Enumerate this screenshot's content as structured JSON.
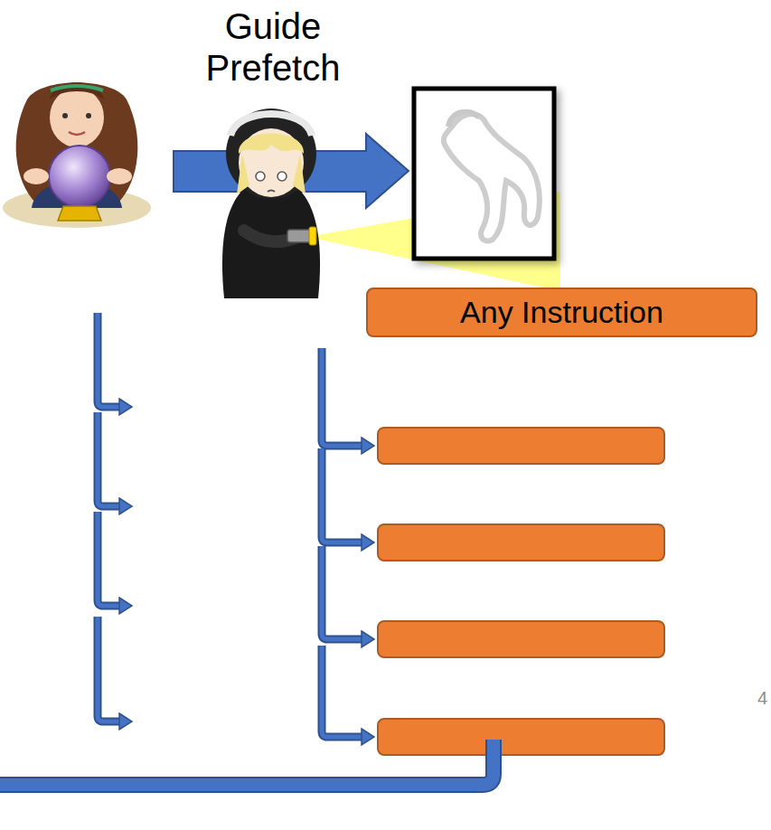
{
  "diagram": {
    "nodes": [
      {
        "text": [
          "Any Instruction"
        ]
      }
    ],
    "labels": [
      "Guide Prefetch",
      "4"
    ]
  }
}
